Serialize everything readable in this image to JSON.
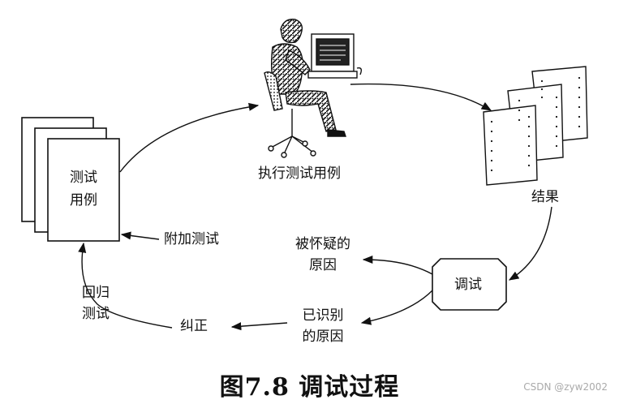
{
  "labels": {
    "test_cases_line1": "测试",
    "test_cases_line2": "用例",
    "execute": "执行测试用例",
    "results": "结果",
    "debug": "调试",
    "suspected_line1": "被怀疑的",
    "suspected_line2": "原因",
    "identified_line1": "已识别",
    "identified_line2": "的原因",
    "additional_tests": "附加测试",
    "correction": "纠正",
    "regression_line1": "回归",
    "regression_line2": "测试"
  },
  "caption": "图7.8 调试过程",
  "watermark": "CSDN @zyw2002",
  "colors": {
    "ink": "#111111",
    "background": "#ffffff",
    "watermark": "#aaaaaa"
  },
  "icons": [
    "computer-operator-icon",
    "document-stack-icon",
    "printout-stack-icon"
  ]
}
